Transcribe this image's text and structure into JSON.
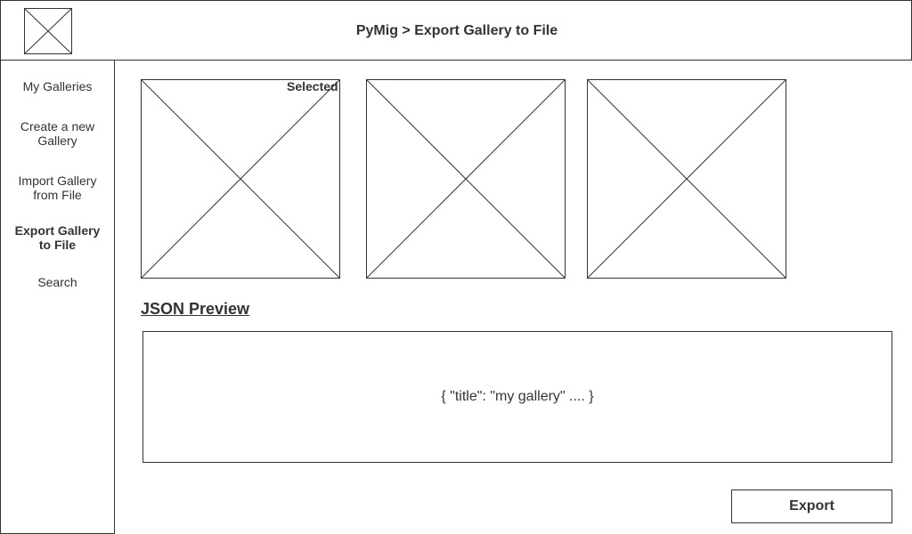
{
  "header": {
    "title": "PyMig > Export Gallery to File",
    "logo_icon": "image-placeholder-icon"
  },
  "sidebar": {
    "items": [
      {
        "label": "My Galleries",
        "active": false
      },
      {
        "label": "Create a new Gallery",
        "active": false
      },
      {
        "label": "Import Gallery from File",
        "active": false
      },
      {
        "label": "Export Gallery to File",
        "active": true
      },
      {
        "label": "Search",
        "active": false
      }
    ]
  },
  "gallery": {
    "selected_label": "Selected",
    "images": [
      {
        "icon": "image-placeholder-icon",
        "selected": true
      },
      {
        "icon": "image-placeholder-icon",
        "selected": false
      },
      {
        "icon": "image-placeholder-icon",
        "selected": false
      }
    ]
  },
  "json_preview": {
    "heading": "JSON Preview",
    "content": "{ \"title\": \"my gallery\" .... }"
  },
  "actions": {
    "export_label": "Export"
  },
  "colors": {
    "border": "#333333",
    "text": "#333333",
    "background": "#ffffff"
  }
}
